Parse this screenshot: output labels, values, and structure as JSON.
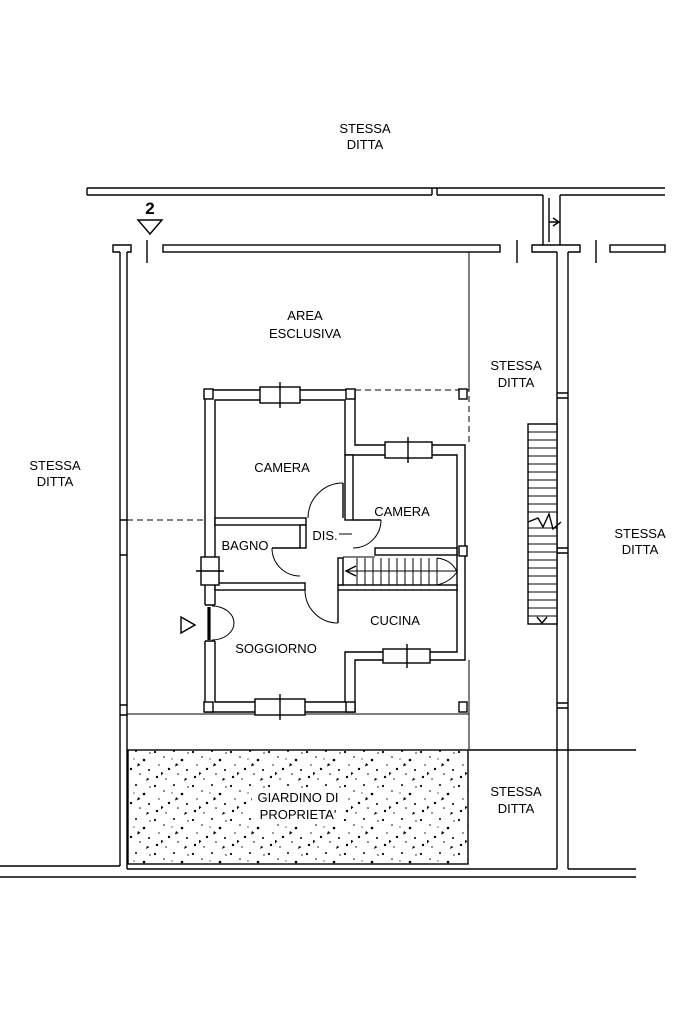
{
  "section_marker": "2",
  "neighbors": {
    "top": {
      "line1": "STESSA",
      "line2": "DITTA"
    },
    "right_upper": {
      "line1": "STESSA",
      "line2": "DITTA"
    },
    "left": {
      "line1": "STESSA",
      "line2": "DITTA"
    },
    "right_middle": {
      "line1": "STESSA",
      "line2": "DITTA"
    },
    "right_lower": {
      "line1": "STESSA",
      "line2": "DITTA"
    }
  },
  "exclusive_area": {
    "line1": "AREA",
    "line2": "ESCLUSIVA"
  },
  "rooms": {
    "camera_left": "CAMERA",
    "camera_right": "CAMERA",
    "bagno": "BAGNO",
    "dis": "DIS.",
    "cucina": "CUCINA",
    "soggiorno": "SOGGIORNO"
  },
  "garden": {
    "line1": "GIARDINO DI",
    "line2": "PROPRIETA'"
  }
}
